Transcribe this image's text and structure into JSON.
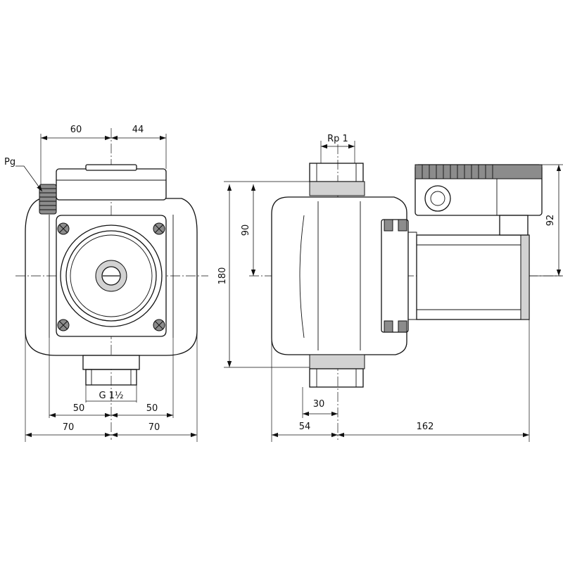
{
  "front_view": {
    "top_left_dim": "60",
    "top_right_dim": "44",
    "port_label": "Pg",
    "thread_label": "G 1½",
    "inner_left_dim": "50",
    "inner_right_dim": "50",
    "outer_left_dim": "70",
    "outer_right_dim": "70"
  },
  "side_view": {
    "thread_label": "Rp 1",
    "height_dim": "180",
    "half_height_dim": "90",
    "motor_height_dim": "92",
    "port_offset_dim": "30",
    "left_width_dim": "54",
    "right_width_dim": "162"
  }
}
